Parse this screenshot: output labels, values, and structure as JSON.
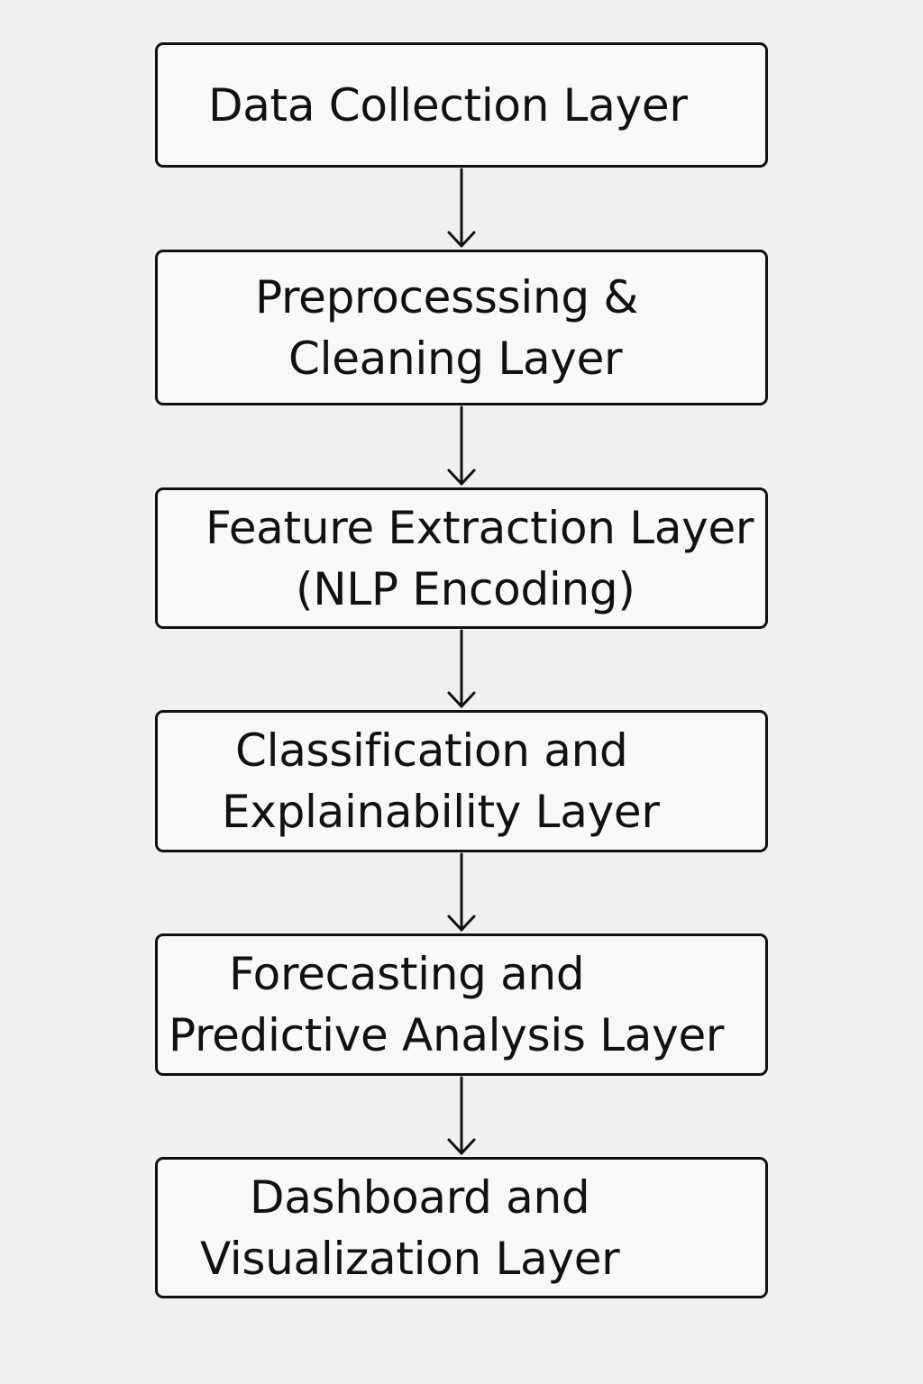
{
  "diagram": {
    "layers": [
      {
        "lines": [
          "Data Collection Layer"
        ]
      },
      {
        "lines": [
          "Preprocesssing &",
          "Cleaning Layer"
        ]
      },
      {
        "lines": [
          "Feature Extraction Layer",
          "(NLP Encoding)"
        ]
      },
      {
        "lines": [
          "Classification and",
          "Explainability Layer"
        ]
      },
      {
        "lines": [
          "Forecasting and",
          "Predictive Analysis Layer"
        ]
      },
      {
        "lines": [
          "Dashboard and",
          "Visualization Layer"
        ]
      }
    ],
    "colors": {
      "background": "#f0f0f0",
      "box_fill": "#f8f8f8",
      "stroke": "#111111",
      "text": "#111111"
    }
  }
}
